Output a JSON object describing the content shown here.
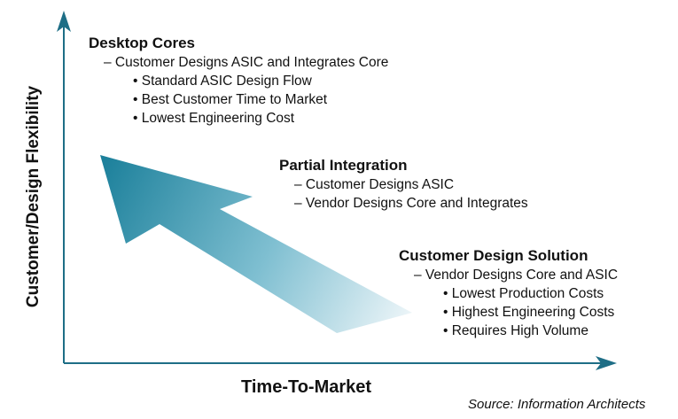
{
  "y_axis_label": "Customer/Design Flexibility",
  "x_axis_label": "Time-To-Market",
  "source": "Source: Information Architects",
  "desktop": {
    "title": "Desktop Cores",
    "line": "– Customer Designs ASIC and Integrates Core",
    "bullets": [
      "Standard ASIC Design Flow",
      "Best Customer Time to Market",
      "Lowest Engineering Cost"
    ]
  },
  "partial": {
    "title": "Partial Integration",
    "lines": [
      "– Customer Designs ASIC",
      "– Vendor Designs Core and Integrates"
    ]
  },
  "solution": {
    "title": "Customer Design Solution",
    "line": "– Vendor Designs Core and ASIC",
    "bullets": [
      "Lowest Production Costs",
      "Highest Engineering Costs",
      "Requires High Volume"
    ]
  },
  "colors": {
    "axis": "#1e6e86",
    "arrow_dark": "#1a7f9a",
    "arrow_light": "#eef6f9"
  }
}
